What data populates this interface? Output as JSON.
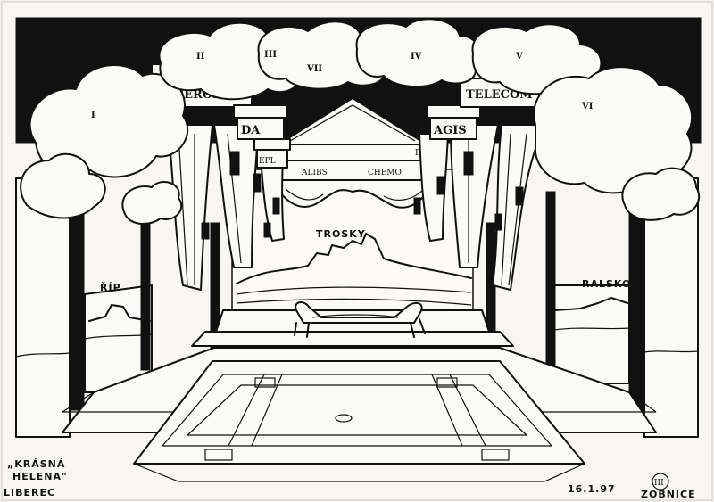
{
  "banners": {
    "b1": "VERONA",
    "b2": "DA",
    "b3": "EPL",
    "b4": "AGIS",
    "b5": "TELECOM",
    "pediment_left": "ALIBS",
    "pediment_right": "CHEMO",
    "pediment_small": "RCT"
  },
  "roman": {
    "r1": "I",
    "r2": "II",
    "r3": "III",
    "r4": "VII",
    "r5": "IV",
    "r6": "V",
    "r7": "VI"
  },
  "places": {
    "center": "TROSKY",
    "left": "ŘÍP",
    "right": "RALSKO"
  },
  "captions": {
    "title_line1": "„KRÁSNÁ",
    "title_line2": "HELENA\"",
    "city": "LIBEREC",
    "date": "16.1.97",
    "signature": "ZOBNICE",
    "mark": "III"
  }
}
